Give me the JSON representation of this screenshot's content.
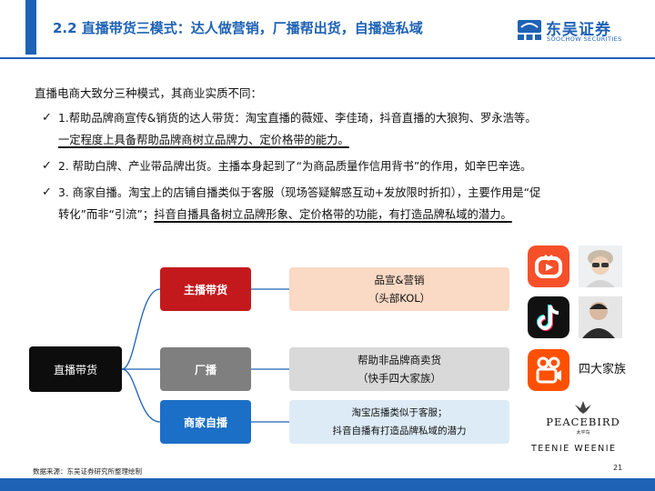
{
  "header": {
    "title": "2.2 直播带货三模式：达人做营销，厂播帮出货，自播造私域",
    "logo_cn": "东吴证券",
    "logo_en": "SOOCHOW SECURITIES"
  },
  "intro": "直播电商大致分三种模式，其商业实质不同：",
  "bullets": [
    {
      "line1": "1.帮助品牌商宣传&销货的达人带货：淘宝直播的薇娅、李佳琦，抖音直播的大狼狗、罗永浩等。",
      "line2": "一定程度上具备帮助品牌商树立品牌力、定价格带的能力。"
    },
    {
      "line1": "2. 帮助白牌、产业带品牌出货。主播本身起到了“为商品质量作信用背书”的作用，如辛巴辛选。"
    },
    {
      "line1": "3. 商家自播。淘宝上的店铺自播类似于客服（现场答疑解惑互动+发放限时折扣），主要作用是“促",
      "line2_plain": "转化”而非“引流”；",
      "line2_underlined": "抖音自播具备树立品牌形象、定价格带的功能，有打造品牌私域的潜力。"
    }
  ],
  "diagram": {
    "root": "直播带货",
    "categories": [
      "主播带货",
      "厂播",
      "商家自播"
    ],
    "descriptions": [
      {
        "line1": "品宣&营销",
        "line2": "（头部KOL）"
      },
      {
        "line1": "帮助非品牌商卖货",
        "line2": "（快手四大家族）"
      },
      {
        "line1": "淘宝店播类似于客服；",
        "line2": "抖音自播有打造品牌私域的潜力"
      }
    ],
    "colors": {
      "root": "#0d0d0d",
      "anchor": "#c3191d",
      "factory": "#7f7f7f",
      "merchant": "#1b6fc6"
    }
  },
  "side": {
    "kuaishou_label": "四大家族",
    "peacebird_name": "PEACEBIRD",
    "peacebird_cn": "太平鸟",
    "teenie": "TEENIE WEENIE",
    "icons": [
      "xigua-video-icon",
      "douyin-icon",
      "kuaishou-icon",
      "peacebird-bird-icon"
    ]
  },
  "footer": {
    "source": "数据来源：东吴证券研究所整理绘制",
    "page": "21"
  }
}
